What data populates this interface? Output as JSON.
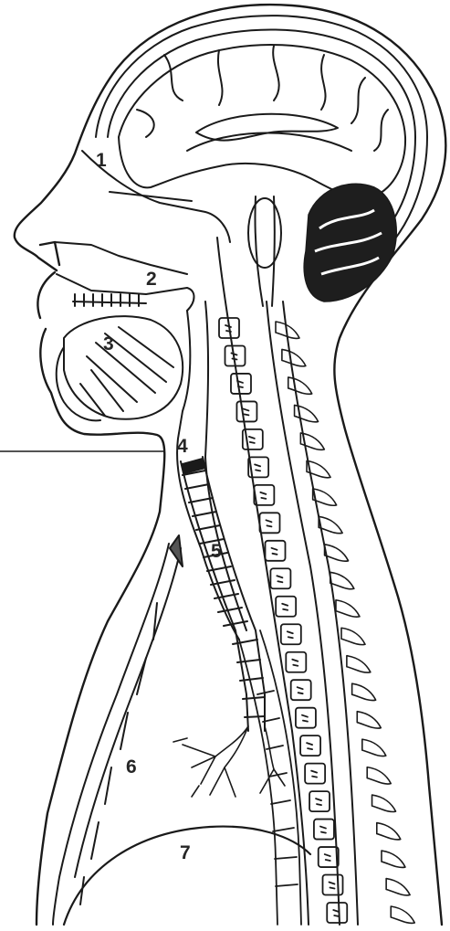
{
  "labels": {
    "n1": "1",
    "n2": "2",
    "n3": "3",
    "n4": "4",
    "n5": "5",
    "n6": "6",
    "n7": "7"
  },
  "colors": {
    "ink": "#1a1a1a",
    "background": "#ffffff",
    "cerebellum": "#1e1e1e"
  }
}
